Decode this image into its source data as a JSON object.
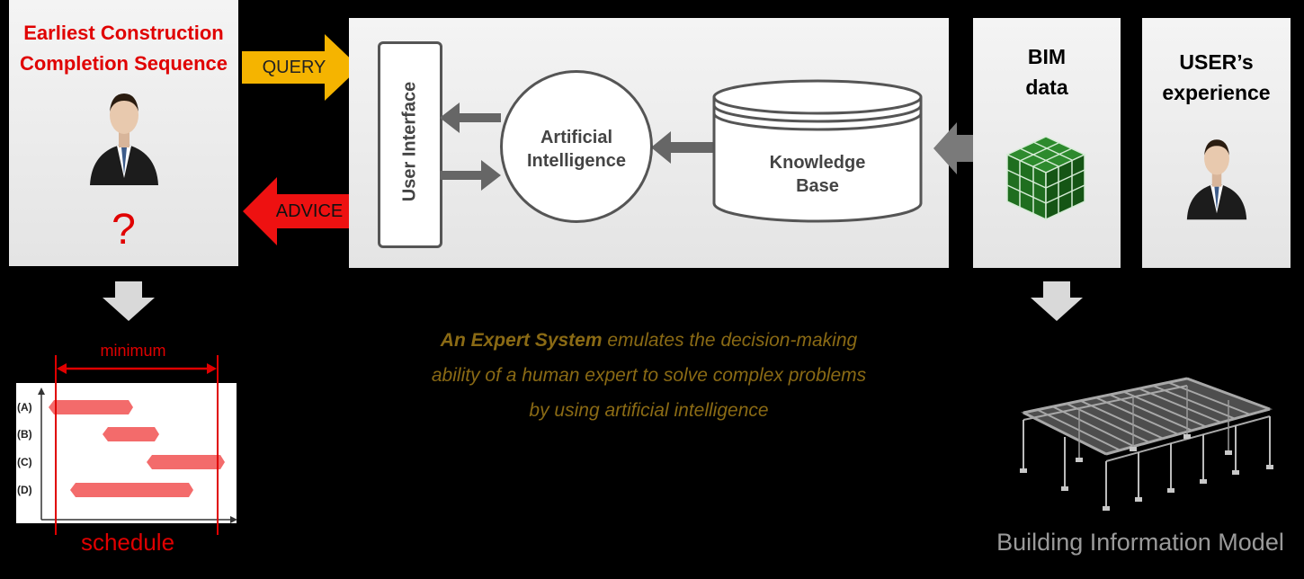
{
  "user_panel": {
    "title_line1": "Earliest Construction",
    "title_line2": "Completion Sequence",
    "question": "?"
  },
  "arrows": {
    "query": "QUERY",
    "advice": "ADVICE"
  },
  "system": {
    "user_interface": "User Interface",
    "ai_line1": "Artificial",
    "ai_line2": "Intelligence",
    "kb_line1": "Knowledge",
    "kb_line2": "Base"
  },
  "sources": {
    "bim_line1": "BIM",
    "bim_line2": "data",
    "user_line1": "USER’s",
    "user_line2": "experience"
  },
  "schedule": {
    "minimum": "minimum",
    "rows": [
      "(A)",
      "(B)",
      "(C)",
      "(D)"
    ],
    "label": "schedule"
  },
  "caption": {
    "emphasis": "An Expert System",
    "line1_rest": " emulates the decision-making",
    "line2": "ability of a human expert to solve complex problems",
    "line3": "by using artificial intelligence"
  },
  "bim_model_label": "Building Information Model",
  "colors": {
    "red": "#e00000",
    "query": "#f5b400",
    "advice": "#ee1111",
    "cube": "#1f6e1f",
    "caption": "#8a6a14"
  }
}
